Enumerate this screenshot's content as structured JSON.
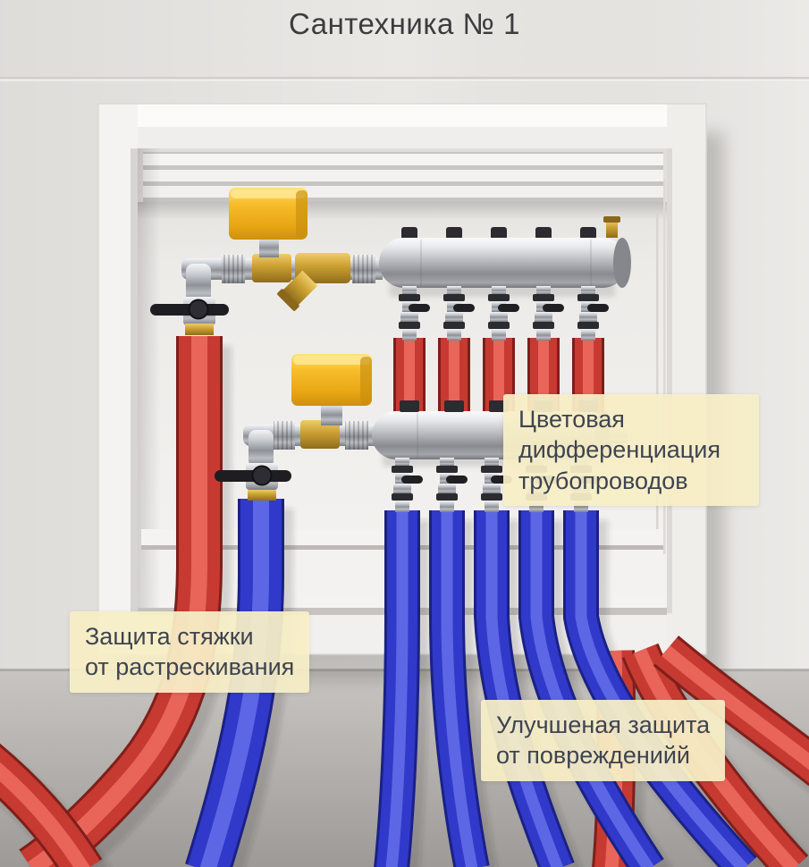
{
  "title": "Сантехника № 1",
  "labels": {
    "color_differentiation": {
      "text": "Цветовая\nдифференциация\nтрубопроводов"
    },
    "screed_protection": {
      "text": "Защита стяжки\nот растрескивания"
    },
    "damage_protection": {
      "text": "Улучшеная защита\nот поврежденийй"
    }
  },
  "colors": {
    "pipe_red": "#c63a32",
    "pipe_blue": "#3039c9",
    "actuator_yellow": "#f6b91f",
    "manifold_silver": "#b9bac0",
    "label_bg": "#f7eec6",
    "label_text": "#3e4450",
    "wall": "#eae8e5",
    "floor": "#b3b0ad"
  }
}
